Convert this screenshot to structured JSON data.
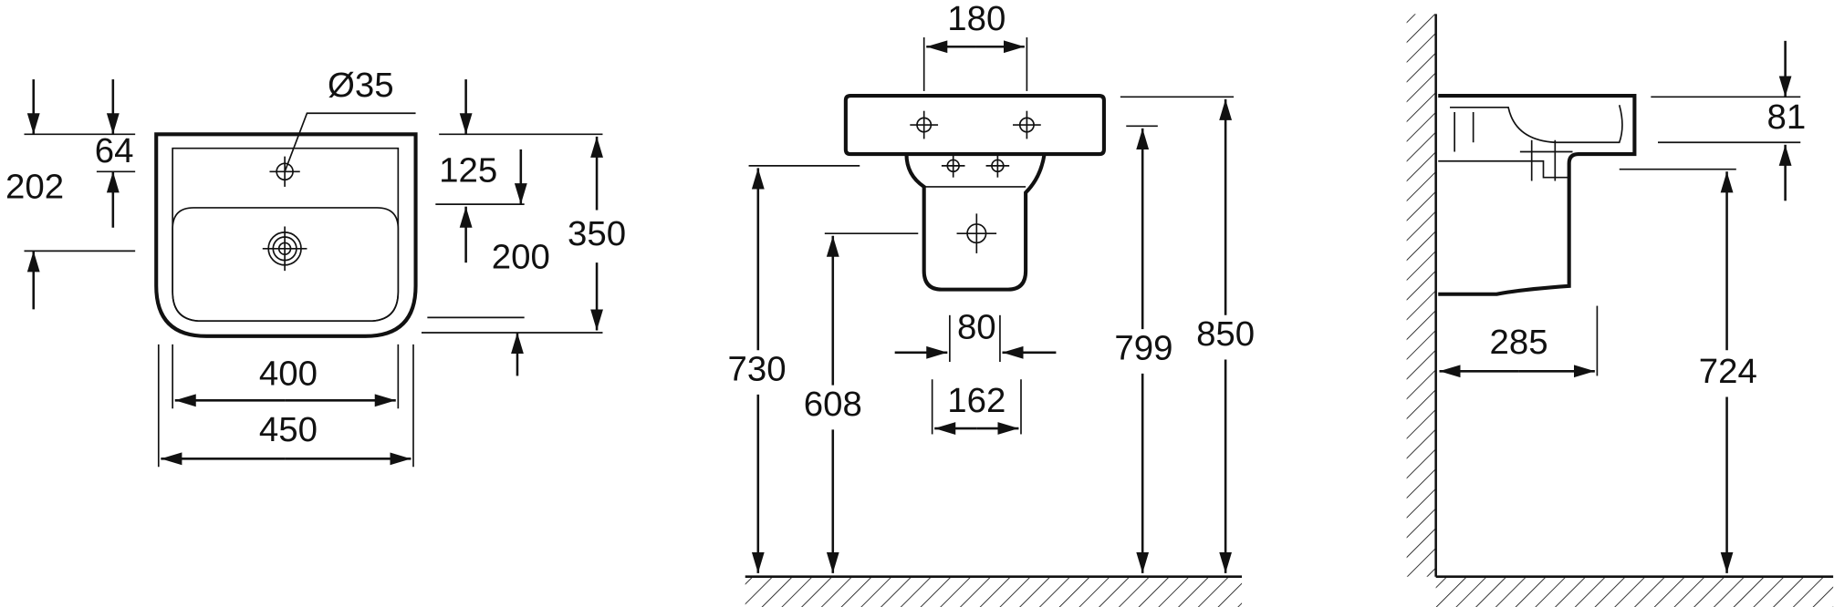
{
  "drawing": {
    "top_view": {
      "hole_diameter": "Ø35",
      "dim_64": "64",
      "dim_202": "202",
      "dim_125": "125",
      "dim_200": "200",
      "dim_350": "350",
      "dim_400": "400",
      "dim_450": "450"
    },
    "front_view": {
      "dim_180": "180",
      "dim_80": "80",
      "dim_162": "162",
      "dim_730": "730",
      "dim_608": "608",
      "dim_799": "799",
      "dim_850": "850"
    },
    "side_view": {
      "dim_81": "81",
      "dim_285": "285",
      "dim_724": "724"
    }
  }
}
